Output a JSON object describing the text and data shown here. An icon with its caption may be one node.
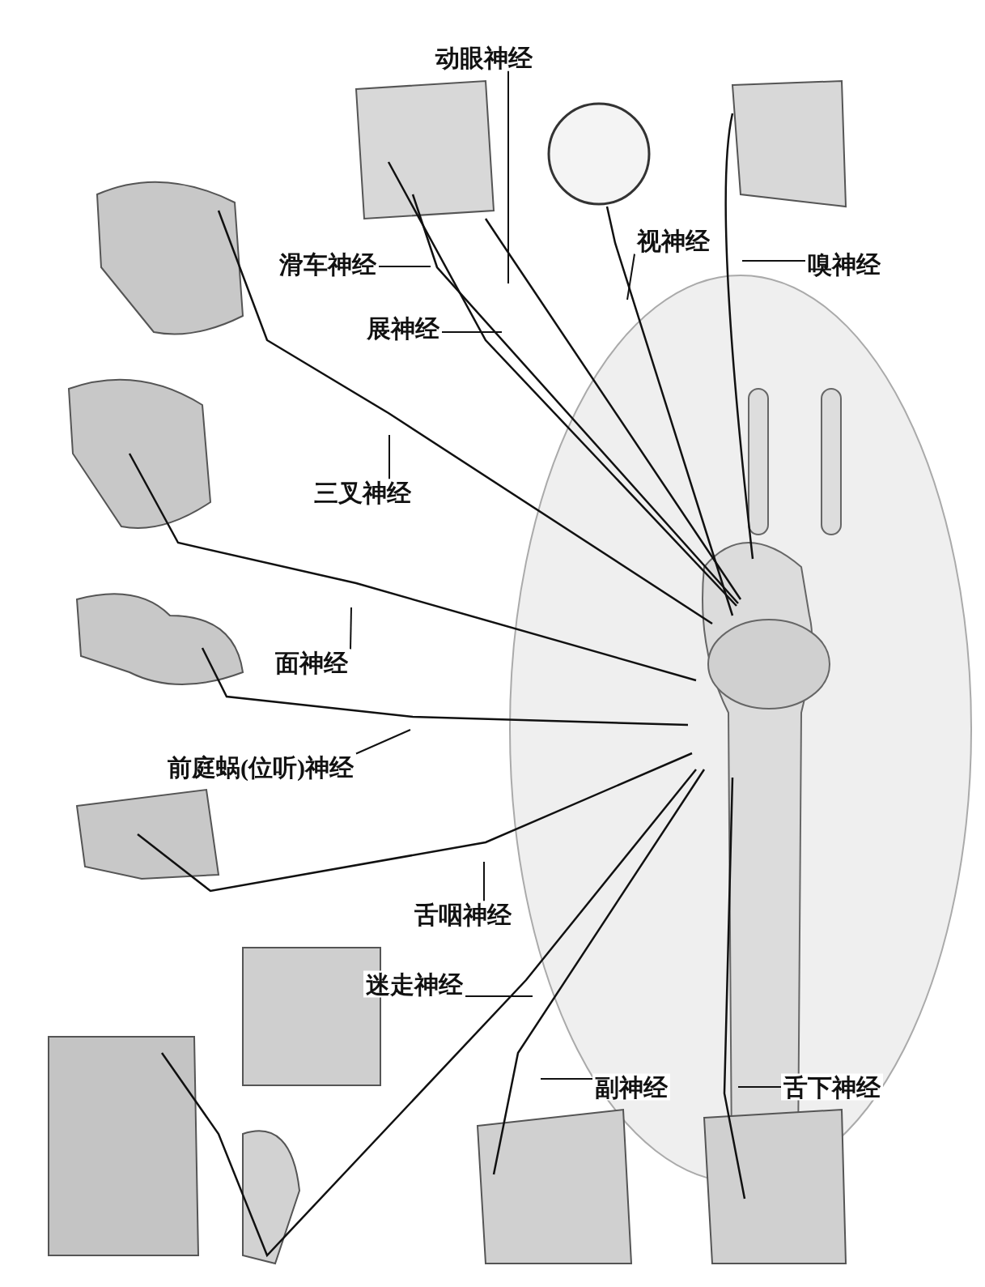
{
  "diagram": {
    "nodes": [
      {
        "text": [
          "动眼神经"
        ]
      },
      {
        "text": [
          "滑车神经"
        ]
      },
      {
        "text": [
          "视神经"
        ]
      },
      {
        "text": [
          "嗅神经"
        ]
      },
      {
        "text": [
          "展神经"
        ]
      },
      {
        "text": [
          "三叉神经"
        ]
      },
      {
        "text": [
          "面神经"
        ]
      },
      {
        "text": [
          "前庭蜗(位听)神经"
        ]
      },
      {
        "text": [
          "舌咽神经"
        ]
      },
      {
        "text": [
          "迷走神经"
        ]
      },
      {
        "text": [
          "副神经"
        ]
      },
      {
        "text": [
          "舌下神经"
        ]
      }
    ],
    "edges": [
      {
        "from": 0,
        "to": null,
        "arrow": "none"
      },
      {
        "from": 1,
        "to": null,
        "arrow": "none"
      },
      {
        "from": 2,
        "to": null,
        "arrow": "none"
      },
      {
        "from": 3,
        "to": null,
        "arrow": "none"
      },
      {
        "from": 4,
        "to": null,
        "arrow": "none"
      },
      {
        "from": 5,
        "to": null,
        "arrow": "none"
      },
      {
        "from": 6,
        "to": null,
        "arrow": "none"
      },
      {
        "from": 7,
        "to": null,
        "arrow": "none"
      },
      {
        "from": 8,
        "to": null,
        "arrow": "none"
      },
      {
        "from": 9,
        "to": null,
        "arrow": "none"
      },
      {
        "from": 10,
        "to": null,
        "arrow": "none"
      },
      {
        "from": 11,
        "to": null,
        "arrow": "none"
      }
    ]
  }
}
